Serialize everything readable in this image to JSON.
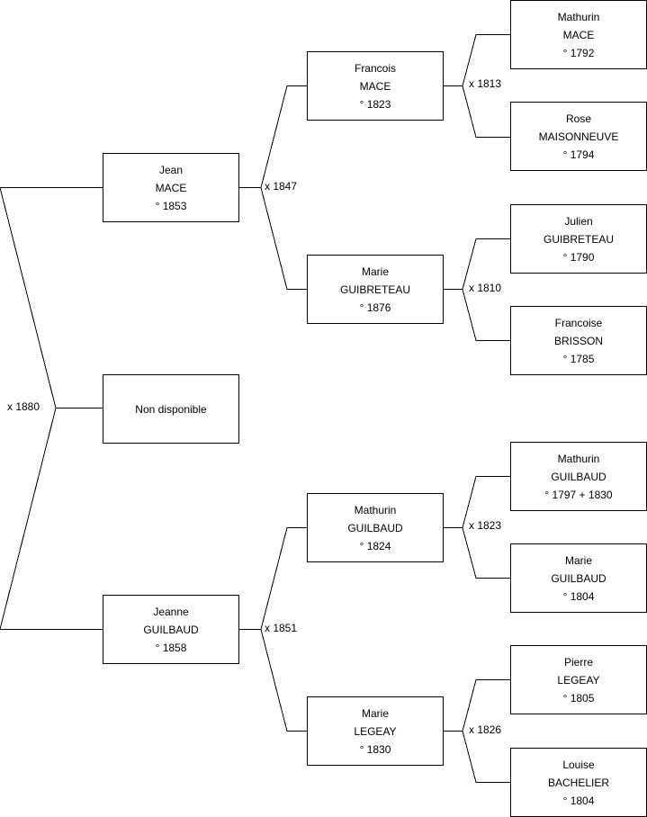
{
  "root_marriage": "x 1880",
  "gen1": {
    "father": {
      "first": "Jean",
      "last": "MACE",
      "dates": "° 1853",
      "marriage": "x 1847"
    },
    "unknown": {
      "text": "Non disponible"
    },
    "mother": {
      "first": "Jeanne",
      "last": "GUILBAUD",
      "dates": "° 1858",
      "marriage": "x 1851"
    }
  },
  "gen2": [
    {
      "first": "Francois",
      "last": "MACE",
      "dates": "° 1823",
      "marriage": "x 1813"
    },
    {
      "first": "Marie",
      "last": "GUIBRETEAU",
      "dates": "° 1876",
      "marriage": "x 1810"
    },
    {
      "first": "Mathurin",
      "last": "GUILBAUD",
      "dates": "° 1824",
      "marriage": "x 1823"
    },
    {
      "first": "Marie",
      "last": "LEGEAY",
      "dates": "° 1830",
      "marriage": "x 1826"
    }
  ],
  "gen3": [
    {
      "first": "Mathurin",
      "last": "MACE",
      "dates": "° 1792"
    },
    {
      "first": "Rose",
      "last": "MAISONNEUVE",
      "dates": "° 1794"
    },
    {
      "first": "Julien",
      "last": "GUIBRETEAU",
      "dates": "° 1790"
    },
    {
      "first": "Francoise",
      "last": "BRISSON",
      "dates": "° 1785"
    },
    {
      "first": "Mathurin",
      "last": "GUILBAUD",
      "dates": "° 1797 + 1830"
    },
    {
      "first": "Marie",
      "last": "GUILBAUD",
      "dates": "° 1804"
    },
    {
      "first": "Pierre",
      "last": "LEGEAY",
      "dates": "° 1805"
    },
    {
      "first": "Louise",
      "last": "BACHELIER",
      "dates": "° 1804"
    }
  ]
}
